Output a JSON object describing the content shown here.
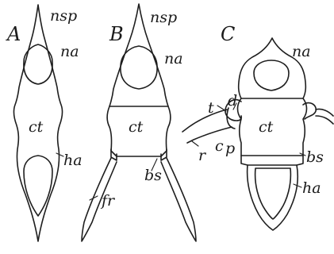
{
  "figure": {
    "panels": [
      {
        "letter": "A",
        "labels": {
          "nsp": "nsp",
          "na": "na",
          "ct": "ct",
          "ha": "ha"
        }
      },
      {
        "letter": "B",
        "labels": {
          "nsp": "nsp",
          "na": "na",
          "ct": "ct",
          "bs": "bs",
          "fr": "fr"
        }
      },
      {
        "letter": "C",
        "labels": {
          "na": "na",
          "ct": "ct",
          "t": "t",
          "d": "d",
          "c": "c",
          "p": "p",
          "r": "r",
          "bs": "bs",
          "ha": "ha"
        }
      }
    ]
  }
}
